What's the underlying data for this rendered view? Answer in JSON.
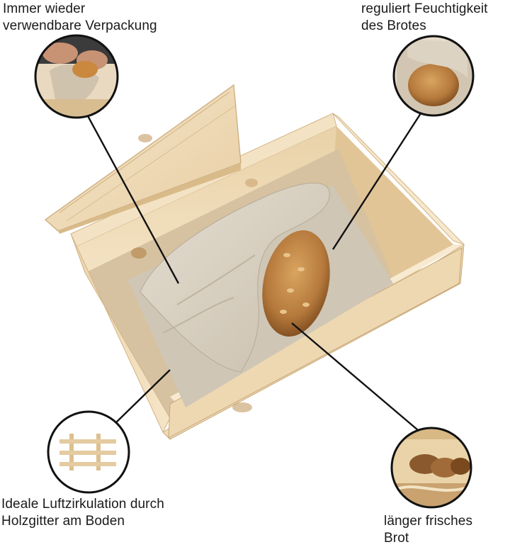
{
  "callouts": {
    "top_left": {
      "line1": "Immer wieder",
      "line2": "verwendbare Verpackung"
    },
    "top_right": {
      "line1": "reguliert Feuchtigkeit",
      "line2": "des Brotes"
    },
    "bottom_left": {
      "line1": "Ideale Luftzirkulation durch",
      "line2": "Holzgitter am Boden"
    },
    "bottom_right": {
      "line1": "länger frisches",
      "line2": "Brot"
    }
  },
  "colors": {
    "wood_light": "#f1dfbf",
    "wood_mid": "#e3c79b",
    "wood_dark": "#cfae7c",
    "linen": "#d9d1c3",
    "linen_shadow": "#b9ae9b",
    "bread": "#b5793c",
    "bread_dark": "#7a4a1e",
    "leader_line": "#111111"
  }
}
